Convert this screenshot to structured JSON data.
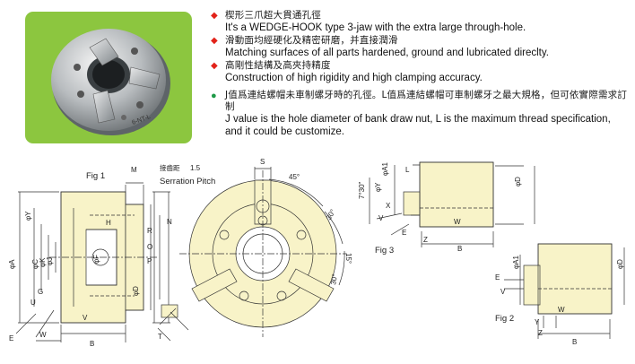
{
  "photo": {
    "engraving": "6-NT-L"
  },
  "notes": [
    {
      "bullet": "red",
      "zh": "楔形三爪超大貫通孔徑",
      "en": "It's a WEDGE-HOOK type 3-jaw with the extra large through-hole."
    },
    {
      "bullet": "red",
      "zh": "滑動面均經硬化及精密研磨，并直接潤滑",
      "en": "Matching surfaces of all parts hardened, ground and lubricated direclty."
    },
    {
      "bullet": "red",
      "zh": "高剛性結構及高夾持精度",
      "en": "Construction of high rigidity and high clamping accuracy."
    },
    {
      "bullet": "green",
      "zh": "J值爲連結螺帽未車制螺牙時的孔徑。L值爲連結螺帽可車制螺牙之最大規格，但可依實際需求訂制",
      "en": "J value is the hole diameter of bank draw nut, L is the maximum thread specification, and it could be customize."
    }
  ],
  "drawing": {
    "fig1": {
      "title": "Fig 1",
      "serration_zh": "接齒距",
      "serration_value": "1.5",
      "serration_en": "Serration Pitch",
      "labels": {
        "M": "M",
        "H": "H",
        "N": "N",
        "R": "R",
        "O": "O",
        "P": "P",
        "Y": "φY",
        "A": "φA",
        "C": "φC",
        "K": "φK",
        "J": "φJ",
        "F": "φF",
        "D": "φD",
        "G": "G",
        "U": "U",
        "V": "V",
        "E": "E",
        "W": "W",
        "B": "B"
      }
    },
    "front": {
      "S": "S",
      "a45": "45°",
      "a30a": "30°",
      "a15": "15°",
      "a30b": "30°",
      "T": "T"
    },
    "fig3": {
      "title": "Fig 3",
      "labels": {
        "ang": "7°30\"",
        "A1": "φA1",
        "Y": "φY",
        "L": "L",
        "D": "φD",
        "X": "X",
        "V": "V",
        "W": "W",
        "E": "E",
        "Z": "Z",
        "B": "B"
      }
    },
    "fig2": {
      "title": "Fig 2",
      "labels": {
        "A1": "φA1",
        "D": "φD",
        "E": "E",
        "V": "V",
        "W": "W",
        "Y": "Y",
        "Z": "Z",
        "B": "B"
      }
    }
  }
}
